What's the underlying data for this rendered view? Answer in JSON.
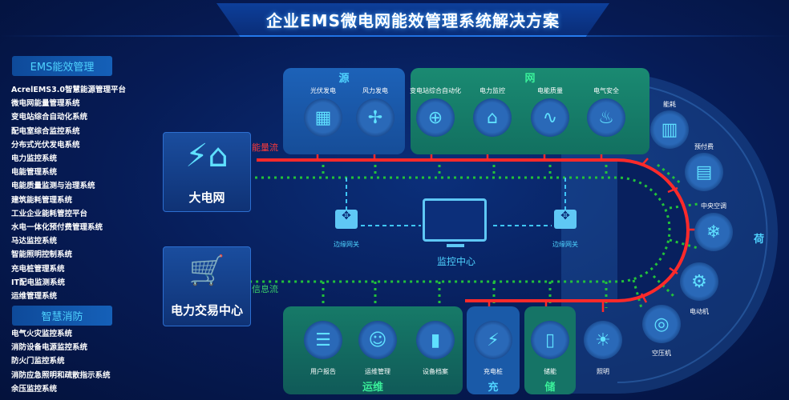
{
  "title": "企业EMS微电网能效管理系统解决方案",
  "sidebar": {
    "sections": [
      {
        "heading": "EMS能效管理",
        "items": [
          "AcrelEMS3.0智慧能源管理平台",
          "微电网能量管理系统",
          "变电站综合自动化系统",
          "配电室综合监控系统",
          "分布式光伏发电系统",
          "电力监控系统",
          "电能管理系统",
          "电能质量监测与治理系统",
          "建筑能耗管理系统",
          "工业企业能耗管控平台",
          "水电一体化预付费管理系统",
          "马达监控系统",
          "智能照明控制系统",
          "充电桩管理系统",
          "IT配电监测系统",
          "运维管理系统"
        ]
      },
      {
        "heading": "智慧消防",
        "items": [
          "电气火灾监控系统",
          "消防设备电源监控系统",
          "防火门监控系统",
          "消防应急照明和疏散指示系统",
          "余压监控系统"
        ]
      }
    ]
  },
  "left_nodes": {
    "grid": "大电网",
    "trade": "电力交易中心"
  },
  "flows": {
    "energy": "能量流",
    "info": "信息流"
  },
  "center": {
    "monitor": "监控中心",
    "gateway_left": "边缘网关",
    "gateway_right": "边缘网关"
  },
  "source": {
    "title": "源",
    "items": [
      {
        "label": "光伏发电",
        "icon": "solar-panel-icon"
      },
      {
        "label": "风力发电",
        "icon": "wind-turbine-icon"
      }
    ]
  },
  "grid": {
    "title": "网",
    "items": [
      {
        "label": "变电站综合自动化",
        "icon": "substation-icon"
      },
      {
        "label": "电力监控",
        "icon": "house-power-icon"
      },
      {
        "label": "电能质量",
        "icon": "waveform-icon"
      },
      {
        "label": "电气安全",
        "icon": "fire-safety-icon"
      }
    ]
  },
  "load": {
    "title": "荷",
    "items": [
      {
        "label": "能耗",
        "icon": "building-icon"
      },
      {
        "label": "预付费",
        "icon": "prepaid-card-icon"
      },
      {
        "label": "中央空调",
        "icon": "air-conditioner-icon"
      },
      {
        "label": "电动机",
        "icon": "motor-icon"
      },
      {
        "label": "空压机",
        "icon": "air-compressor-icon"
      },
      {
        "label": "照明",
        "icon": "lightbulb-icon"
      }
    ]
  },
  "ops": {
    "title": "运维",
    "items": [
      {
        "label": "用户报告",
        "icon": "report-icon"
      },
      {
        "label": "运维管理",
        "icon": "engineer-icon"
      },
      {
        "label": "设备档案",
        "icon": "archive-icon"
      }
    ]
  },
  "charge": {
    "title": "充",
    "items": [
      {
        "label": "充电桩",
        "icon": "charging-pile-icon"
      }
    ]
  },
  "storage": {
    "title": "储",
    "items": [
      {
        "label": "储能",
        "icon": "battery-icon"
      }
    ]
  },
  "colors": {
    "energy_line": "#ff2a2a",
    "info_line": "#22c23a",
    "accent": "#4fd3ff",
    "green_panel": "#14806a",
    "blue_panel": "#1a5aa8"
  }
}
